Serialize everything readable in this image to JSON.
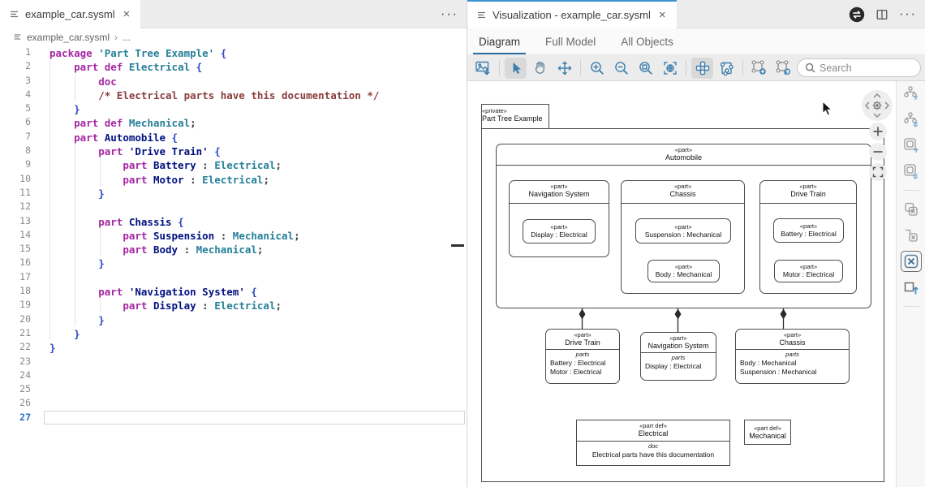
{
  "colors": {
    "tab_accent_blue": "#3794d1",
    "subtab_underline": "#2b6d9f",
    "toolbar_icon_blue": "#3d7fae",
    "keyword_purple": "#a626a4",
    "type_teal": "#267f99",
    "name_navy": "#001080",
    "comment_maroon": "#8b3e3e"
  },
  "left_editor": {
    "tab": {
      "title": "example_car.sysml",
      "close_icon": "×"
    },
    "more_icon": "···",
    "breadcrumb": {
      "file": "example_car.sysml",
      "separator": "›",
      "tail": "..."
    },
    "code": {
      "active_line": 27,
      "lines": [
        [
          [
            "kw",
            "package"
          ],
          [
            "pl",
            " "
          ],
          [
            "ty",
            "'Part Tree Example'"
          ],
          [
            "pl",
            " "
          ],
          [
            "br",
            "{"
          ]
        ],
        [
          [
            "pl",
            "    "
          ],
          [
            "kw",
            "part"
          ],
          [
            "pl",
            " "
          ],
          [
            "kw",
            "def"
          ],
          [
            "pl",
            " "
          ],
          [
            "ty",
            "Electrical"
          ],
          [
            "pl",
            " "
          ],
          [
            "br",
            "{"
          ]
        ],
        [
          [
            "pl",
            "        "
          ],
          [
            "kw",
            "doc"
          ]
        ],
        [
          [
            "pl",
            "        "
          ],
          [
            "cm",
            "/* Electrical parts have this documentation */"
          ]
        ],
        [
          [
            "pl",
            "    "
          ],
          [
            "br",
            "}"
          ]
        ],
        [
          [
            "pl",
            "    "
          ],
          [
            "kw",
            "part"
          ],
          [
            "pl",
            " "
          ],
          [
            "kw",
            "def"
          ],
          [
            "pl",
            " "
          ],
          [
            "ty",
            "Mechanical"
          ],
          [
            "pl",
            ";"
          ]
        ],
        [
          [
            "pl",
            "    "
          ],
          [
            "kw",
            "part"
          ],
          [
            "pl",
            " "
          ],
          [
            "nm",
            "Automobile"
          ],
          [
            "pl",
            " "
          ],
          [
            "br",
            "{"
          ]
        ],
        [
          [
            "pl",
            "        "
          ],
          [
            "kw",
            "part"
          ],
          [
            "pl",
            " "
          ],
          [
            "nm",
            "'Drive Train'"
          ],
          [
            "pl",
            " "
          ],
          [
            "br",
            "{"
          ]
        ],
        [
          [
            "pl",
            "            "
          ],
          [
            "kw",
            "part"
          ],
          [
            "pl",
            " "
          ],
          [
            "nm",
            "Battery"
          ],
          [
            "pl",
            " : "
          ],
          [
            "ty",
            "Electrical"
          ],
          [
            "pl",
            ";"
          ]
        ],
        [
          [
            "pl",
            "            "
          ],
          [
            "kw",
            "part"
          ],
          [
            "pl",
            " "
          ],
          [
            "nm",
            "Motor"
          ],
          [
            "pl",
            " : "
          ],
          [
            "ty",
            "Electrical"
          ],
          [
            "pl",
            ";"
          ]
        ],
        [
          [
            "pl",
            "        "
          ],
          [
            "br",
            "}"
          ]
        ],
        [],
        [
          [
            "pl",
            "        "
          ],
          [
            "kw",
            "part"
          ],
          [
            "pl",
            " "
          ],
          [
            "nm",
            "Chassis"
          ],
          [
            "pl",
            " "
          ],
          [
            "br",
            "{"
          ]
        ],
        [
          [
            "pl",
            "            "
          ],
          [
            "kw",
            "part"
          ],
          [
            "pl",
            " "
          ],
          [
            "nm",
            "Suspension"
          ],
          [
            "pl",
            " : "
          ],
          [
            "ty",
            "Mechanical"
          ],
          [
            "pl",
            ";"
          ]
        ],
        [
          [
            "pl",
            "            "
          ],
          [
            "kw",
            "part"
          ],
          [
            "pl",
            " "
          ],
          [
            "nm",
            "Body"
          ],
          [
            "pl",
            " : "
          ],
          [
            "ty",
            "Mechanical"
          ],
          [
            "pl",
            ";"
          ]
        ],
        [
          [
            "pl",
            "        "
          ],
          [
            "br",
            "}"
          ]
        ],
        [],
        [
          [
            "pl",
            "        "
          ],
          [
            "kw",
            "part"
          ],
          [
            "pl",
            " "
          ],
          [
            "nm",
            "'Navigation System'"
          ],
          [
            "pl",
            " "
          ],
          [
            "br",
            "{"
          ]
        ],
        [
          [
            "pl",
            "            "
          ],
          [
            "kw",
            "part"
          ],
          [
            "pl",
            " "
          ],
          [
            "nm",
            "Display"
          ],
          [
            "pl",
            " : "
          ],
          [
            "ty",
            "Electrical"
          ],
          [
            "pl",
            ";"
          ]
        ],
        [
          [
            "pl",
            "        "
          ],
          [
            "br",
            "}"
          ]
        ],
        [
          [
            "pl",
            "    "
          ],
          [
            "br",
            "}"
          ]
        ],
        [
          [
            "br",
            "}"
          ]
        ],
        [],
        [],
        [],
        [],
        []
      ]
    }
  },
  "viz_panel": {
    "tab": {
      "title": "Visualization - example_car.sysml",
      "close_icon": "×"
    },
    "more_icon": "···",
    "tabs": [
      {
        "label": "Diagram"
      },
      {
        "label": "Full Model"
      },
      {
        "label": "All Objects"
      }
    ],
    "active_tab": "Diagram",
    "search": {
      "placeholder": "Search"
    }
  },
  "diagram": {
    "package": {
      "stereotype": "«private»",
      "name": "Part Tree Example"
    },
    "automobile": {
      "stereotype": "«part»",
      "name": "Automobile"
    },
    "composite_children": [
      {
        "stereotype": "«part»",
        "name": "Navigation System",
        "items": [
          {
            "stereotype": "«part»",
            "label": "Display : Electrical"
          }
        ]
      },
      {
        "stereotype": "«part»",
        "name": "Chassis",
        "items": [
          {
            "stereotype": "«part»",
            "label": "Suspension : Mechanical"
          },
          {
            "stereotype": "«part»",
            "label": "Body : Mechanical"
          }
        ]
      },
      {
        "stereotype": "«part»",
        "name": "Drive Train",
        "items": [
          {
            "stereotype": "«part»",
            "label": "Battery : Electrical"
          },
          {
            "stereotype": "«part»",
            "label": "Motor : Electrical"
          }
        ]
      }
    ],
    "usage_boxes": [
      {
        "stereotype": "«part»",
        "name": "Drive Train",
        "compartment": "parts",
        "items": [
          "Battery : Electrical",
          "Motor : Electrical"
        ]
      },
      {
        "stereotype": "«part»",
        "name": "Navigation System",
        "compartment": "parts",
        "items": [
          "Display : Electrical"
        ]
      },
      {
        "stereotype": "«part»",
        "name": "Chassis",
        "compartment": "parts",
        "items": [
          "Body : Mechanical",
          "Suspension : Mechanical"
        ]
      }
    ],
    "def_boxes": [
      {
        "stereotype": "«part def»",
        "name": "Electrical",
        "compartment": "doc",
        "doc": "Electrical parts have this documentation"
      },
      {
        "stereotype": "«part def»",
        "name": "Mechanical"
      }
    ]
  }
}
